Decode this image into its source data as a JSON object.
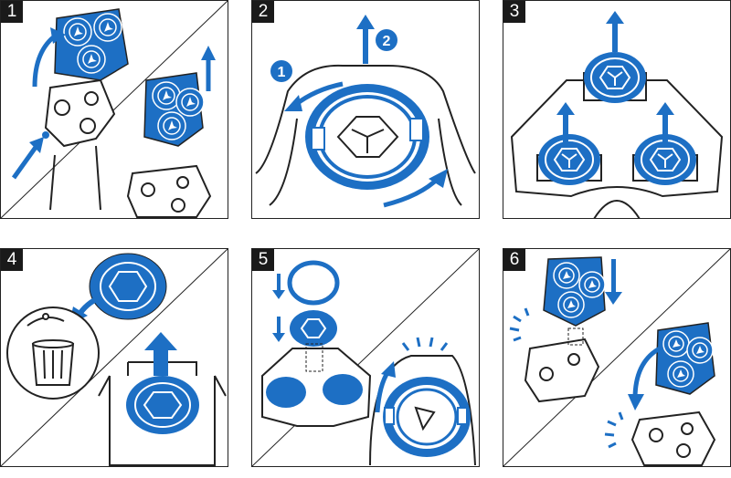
{
  "colors": {
    "accent": "#1d6fc4",
    "line": "#222222",
    "badge": "#1a1a1a",
    "background": "#ffffff"
  },
  "steps": [
    {
      "number": "1"
    },
    {
      "number": "2",
      "badges": [
        "1",
        "2"
      ]
    },
    {
      "number": "3"
    },
    {
      "number": "4"
    },
    {
      "number": "5"
    },
    {
      "number": "6"
    }
  ],
  "icons": [
    "shaving-head-icon",
    "shaving-unit-icon",
    "retaining-ring-icon",
    "cutter-icon",
    "trash-bin-icon",
    "replacement-box-icon",
    "arrow-icon"
  ]
}
